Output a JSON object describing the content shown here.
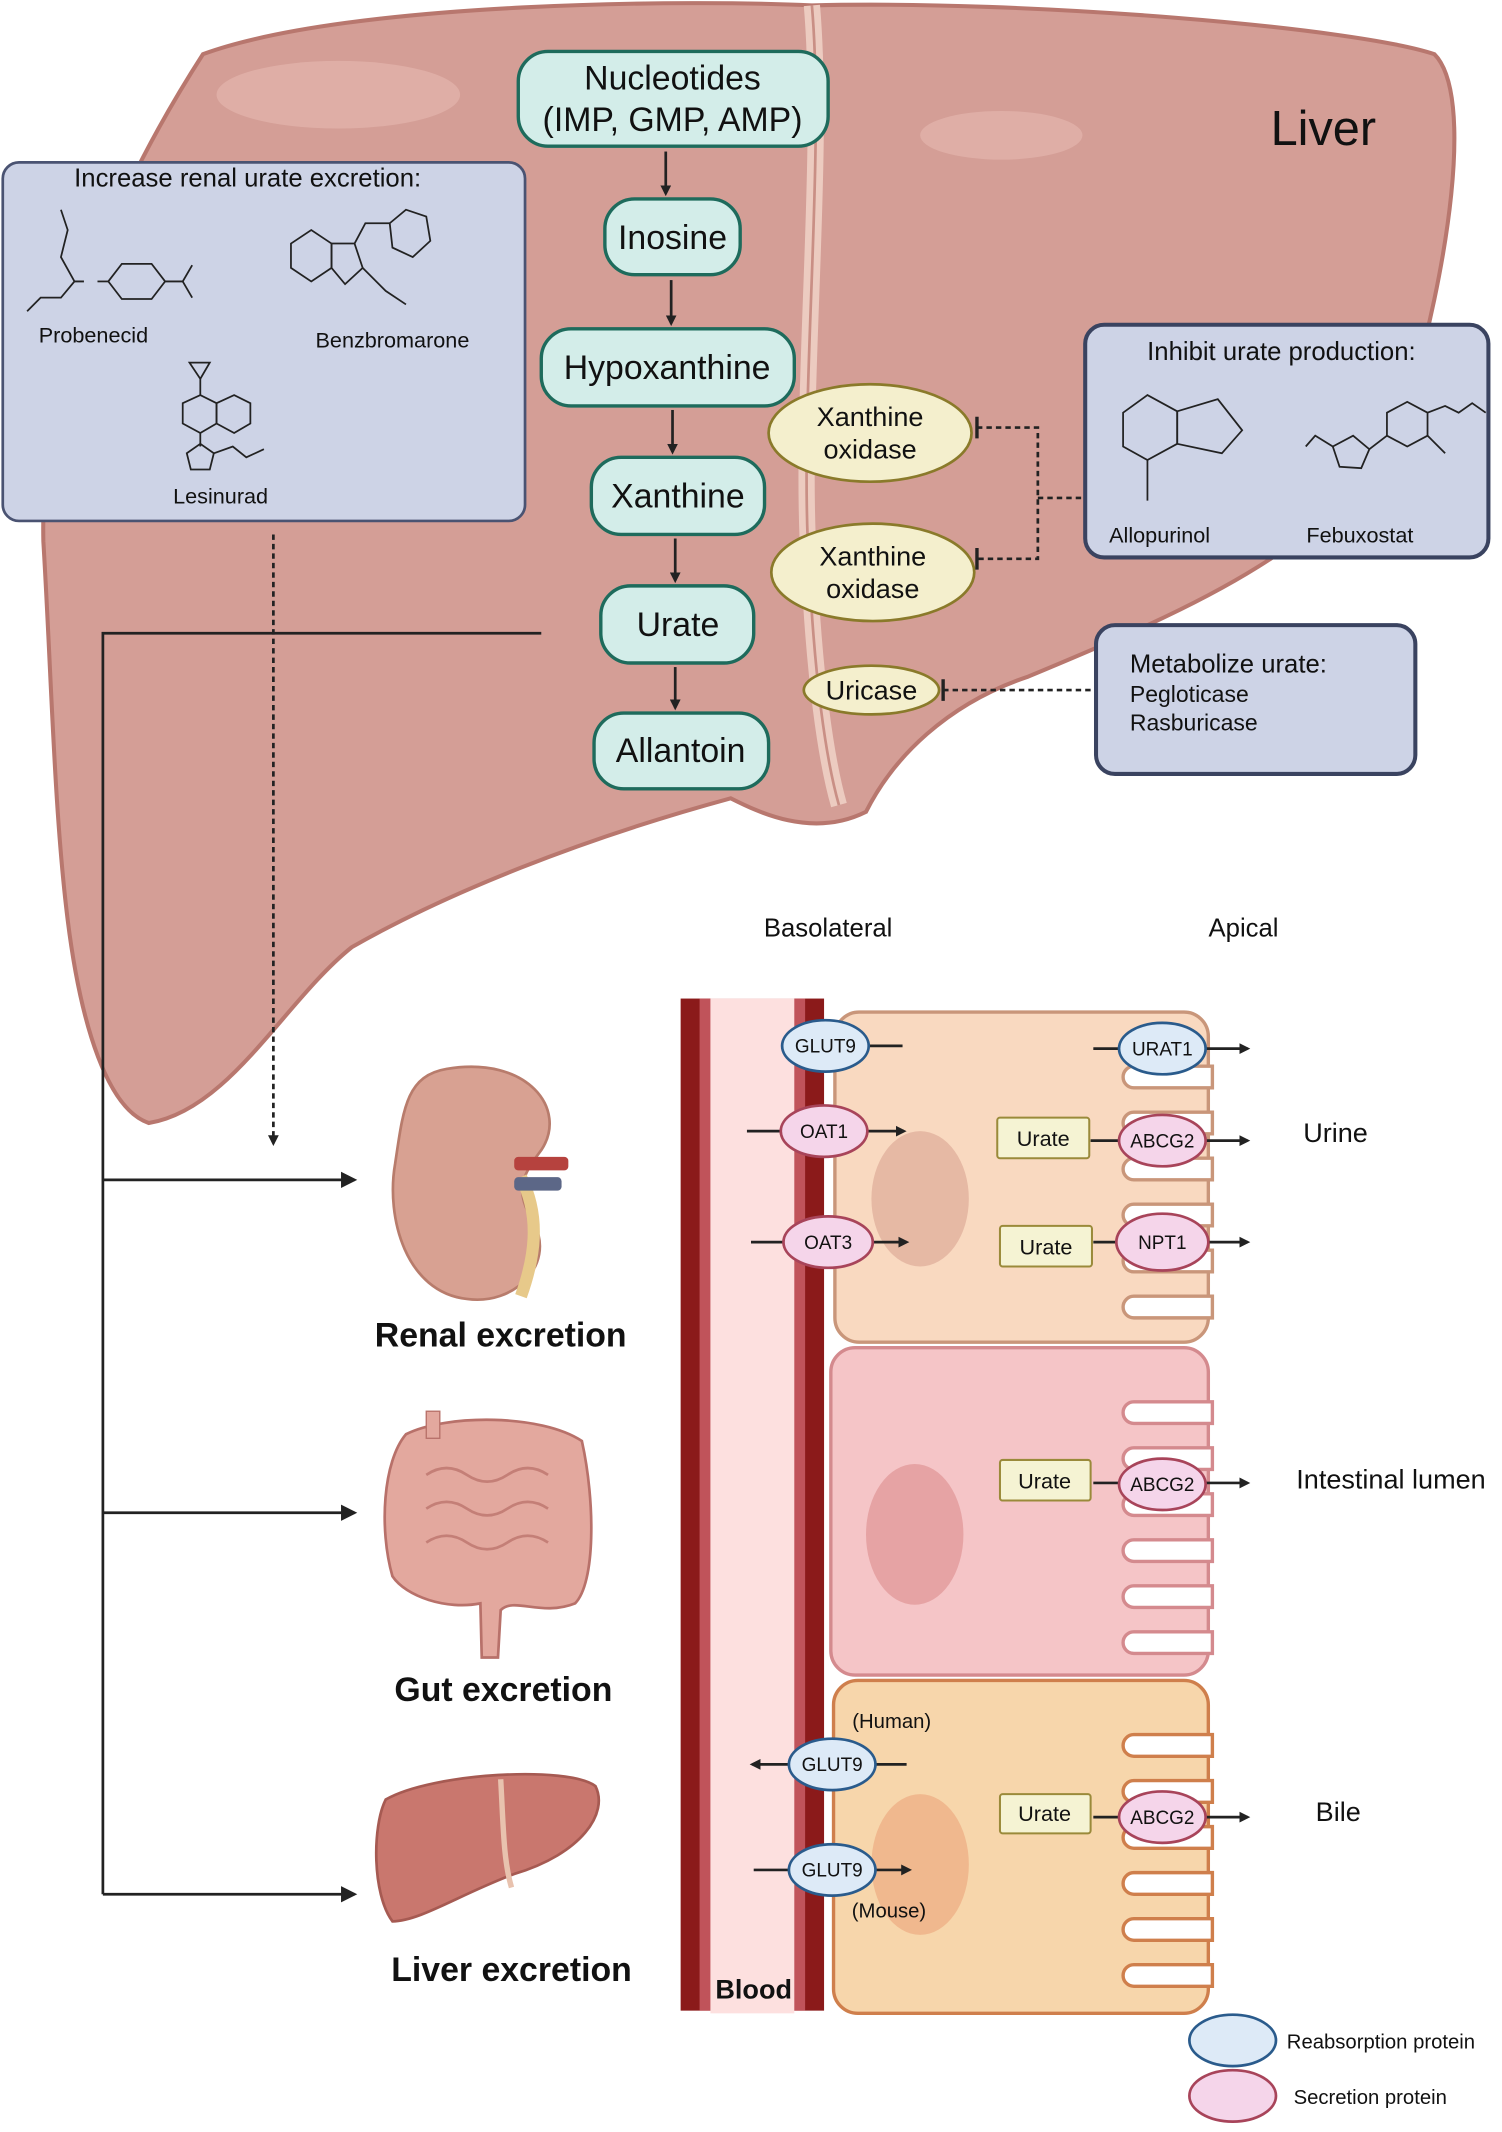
{
  "organ_label": "Liver",
  "pathway": {
    "steps": [
      "Nucleotides",
      "(IMP, GMP, AMP)",
      "Inosine",
      "Hypoxanthine",
      "Xanthine",
      "Urate",
      "Allantoin"
    ],
    "enzymes": [
      "Xanthine",
      "oxidase",
      "Xanthine",
      "oxidase",
      "Uricase"
    ]
  },
  "drug_boxes": {
    "renal": {
      "title": "Increase renal urate excretion:",
      "drugs": [
        "Probenecid",
        "Benzbromarone",
        "Lesinurad"
      ]
    },
    "inhibit": {
      "title": "Inhibit urate production:",
      "drugs": [
        "Allopurinol",
        "Febuxostat"
      ]
    },
    "metabolize": {
      "title": "Metabolize urate:",
      "drugs": [
        "Pegloticase",
        "Rasburicase"
      ]
    }
  },
  "excretion_routes": [
    "Renal excretion",
    "Gut excretion",
    "Liver excretion"
  ],
  "cell_panel": {
    "basolateral": "Basolateral",
    "apical": "Apical",
    "blood": "Blood",
    "urate": "Urate",
    "outputs": [
      "Urine",
      "Intestinal lumen",
      "Bile"
    ],
    "species": [
      "(Human)",
      "(Mouse)"
    ],
    "proteins": {
      "kidney": [
        "GLUT9",
        "OAT1",
        "OAT3",
        "URAT1",
        "ABCG2",
        "NPT1"
      ],
      "gut": [
        "ABCG2"
      ],
      "liver": [
        "GLUT9",
        "GLUT9",
        "ABCG2"
      ]
    }
  },
  "legend": {
    "reabsorption": "Reabsorption protein",
    "secretion": "Secretion protein"
  },
  "colors": {
    "liver": "#d49e96",
    "pathway_box": "#d3ede9",
    "enzyme": "#f4efcd",
    "drug_box": "#cdd3e6",
    "reabsorption": "#ddeaf7",
    "secretion": "#f5d5ea",
    "blood_dark": "#8b1a1a"
  }
}
